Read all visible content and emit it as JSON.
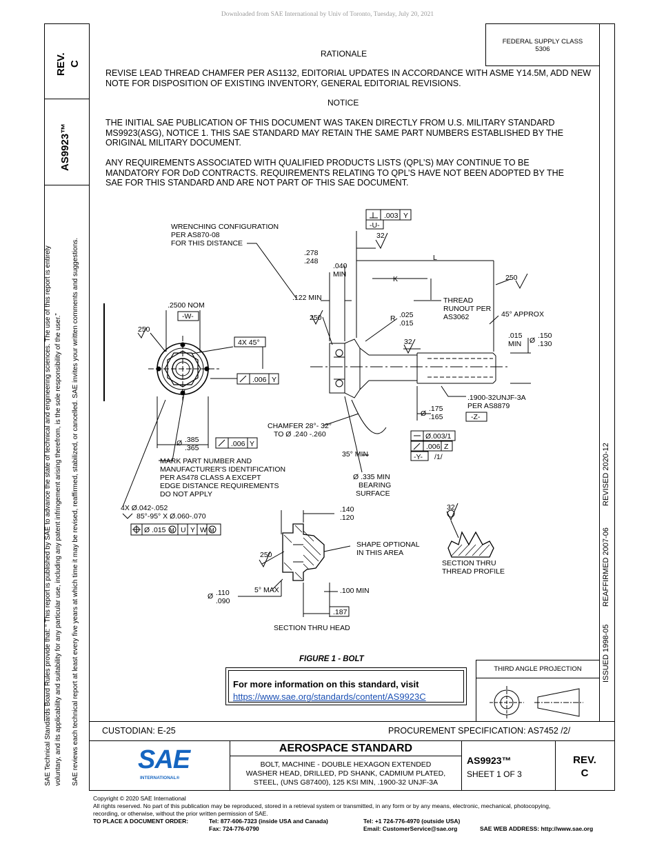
{
  "download_line": "Downloaded from SAE International by Univ of Toronto, Tuesday, July 20, 2021",
  "federal_supply": {
    "label": "FEDERAL SUPPLY CLASS",
    "value": "5306"
  },
  "side_rev": {
    "label": "REV.",
    "value": "C"
  },
  "side_doc": "AS9923™",
  "rationale": {
    "heading": "RATIONALE",
    "text": "REVISE LEAD THREAD CHAMFER PER AS1132, EDITORIAL UPDATES IN ACCORDANCE WITH ASME Y14.5M, ADD NEW\nNOTE FOR DISPOSITION OF EXISTING INVENTORY, GENERAL EDITORIAL REVISIONS."
  },
  "notice": {
    "heading": "NOTICE",
    "p1": "THE INITIAL SAE PUBLICATION OF THIS DOCUMENT WAS TAKEN DIRECTLY FROM U.S. MILITARY STANDARD\nMS9923(ASG), NOTICE 1. THIS SAE STANDARD MAY RETAIN THE SAME PART NUMBERS ESTABLISHED BY THE\nORIGINAL MILITARY DOCUMENT.",
    "p2": "ANY REQUIREMENTS ASSOCIATED WITH QUALIFIED PRODUCTS LISTS (QPL’S) MAY CONTINUE TO BE\nMANDATORY FOR DoD CONTRACTS. REQUIREMENTS RELATING TO QPL’S HAVE NOT BEEN ADOPTED BY THE\nSAE FOR THIS STANDARD AND ARE NOT PART OF THIS SAE DOCUMENT."
  },
  "left_margin": {
    "line1": "SAE Technical Standards Board Rules provide that: “ This report is published by SAE to advance the state of technical and engineering sciences. The use of this report is entirely",
    "line2": "voluntary, and its applicability and suitability for any particular use, including any patent infringement arising therefrom, is the sole responsibility of the user.”",
    "line3": "SAE reviews each technical report at least every five years at which time it may be revised, reaffirmed, stabilized, or cancelled. SAE invites your written comments and suggestions."
  },
  "right_margin": {
    "issued": "ISSUED 1998-05",
    "reaffirmed": "REAFFIRMED 2007-06",
    "revised": "REVISED 2020-12"
  },
  "drawing": {
    "wrenching": "WRENCHING CONFIGURATION",
    "wrenching2": "PER AS870-08",
    "wrenching3": "FOR THIS DISTANCE",
    "flat_003": ".003",
    "datum_y": "Y",
    "datum_u": "-U-",
    "n32": "32",
    "d278": ".278",
    "d248": ".248",
    "d040": ".040",
    "min": "MIN",
    "L": "L",
    "K": "K",
    "n250": "250",
    "min122": ".122 MIN",
    "nom2500": ".2500 NOM",
    "datum_w": "-W-",
    "thread_runout1": "THREAD",
    "thread_runout2": "RUNOUT PER",
    "thread_runout3": "AS3062",
    "approx45": "45° APPROX",
    "r_label": "R",
    "r025": ".025",
    "r015": ".015",
    "d015": ".015",
    "dia": "Ø",
    "d150": ".150",
    "d130": ".130",
    "x45": "4X 45°",
    "runout006": ".006",
    "thread_spec": ".1900-32UNJF-3A",
    "thread_spec2": "PER AS8879",
    "datum_z": "-Z-",
    "d175": ".175",
    "d165": ".165",
    "chamfer1": "CHAMFER 28°- 32°",
    "chamfer2": "TO Ø .240 -.260",
    "d385": ".385",
    "d365": ".365",
    "straight003": "Ø.003/1",
    "z": "Z",
    "datum_y2": "-Y-",
    "slash1": "/1/",
    "min35": "35° MIN",
    "mark1": "MARK PART NUMBER AND",
    "mark2": "MANUFACTURER'S IDENTIFICATION",
    "mark3": "PER AS478 CLASS A EXCEPT",
    "mark4": "EDGE DISTANCE REQUIREMENTS",
    "mark5": "DO NOT APPLY",
    "bearing1": "Ø .335 MIN",
    "bearing2": "BEARING",
    "bearing3": "SURFACE",
    "holes1": "4X Ø.042-.052",
    "holes2": "85°-95° X Ø.060-.070",
    "pos_tol": "Ø .015",
    "m": "M",
    "u": "U",
    "w": "W",
    "d140": ".140",
    "d120": ".120",
    "shape1": "SHAPE OPTIONAL",
    "shape2": "IN THIS AREA",
    "section_thread1": "SECTION THRU",
    "section_thread2": "THREAD PROFILE",
    "max5": "5° MAX",
    "d110": ".110",
    "d090": ".090",
    "min100": ".100 MIN",
    "d187": ".187",
    "section_head": "SECTION THRU HEAD"
  },
  "figure_caption": "FIGURE 1 - BOLT",
  "info_box": {
    "text": "For more information on this standard, visit",
    "link": "https://www.sae.org/standards/content/AS9923C"
  },
  "projection": "THIRD ANGLE PROJECTION",
  "custodian": "CUSTODIAN: E-25",
  "procurement": "PROCUREMENT SPECIFICATION: AS7452 /2/",
  "logo": {
    "text": "SAE",
    "sub": "INTERNATIONAL®"
  },
  "title_block": {
    "heading": "AEROSPACE STANDARD",
    "l1": "BOLT, MACHINE - DOUBLE HEXAGON EXTENDED",
    "l2": "WASHER HEAD, DRILLED, PD SHANK, CADMIUM PLATED,",
    "l3": "STEEL, (UNS G87400), 125 KSI MIN, .1900-32 UNJF-3A",
    "doc": "AS9923™",
    "sheet": "SHEET 1 OF 3",
    "rev_label": "REV.",
    "rev": "C"
  },
  "footer": {
    "copyright": "Copyright © 2020 SAE International",
    "rights": "All rights reserved. No part of this publication may be reproduced, stored in a retrieval system or transmitted, in any form or by any means, electronic, mechanical, photocopying,",
    "rights2": "recording, or otherwise, without the prior written permission of SAE.",
    "order_label": "TO PLACE A DOCUMENT ORDER:",
    "tel1": "Tel:   877-606-7323 (inside USA and Canada)",
    "fax": "Fax:   724-776-0790",
    "tel2": "Tel:     +1 724-776-4970 (outside USA)",
    "email": "Email: CustomerService@sae.org",
    "web": "SAE WEB ADDRESS: http://www.sae.org"
  },
  "colors": {
    "sae_blue": "#1565c0",
    "link_blue": "#1a4fb3"
  }
}
